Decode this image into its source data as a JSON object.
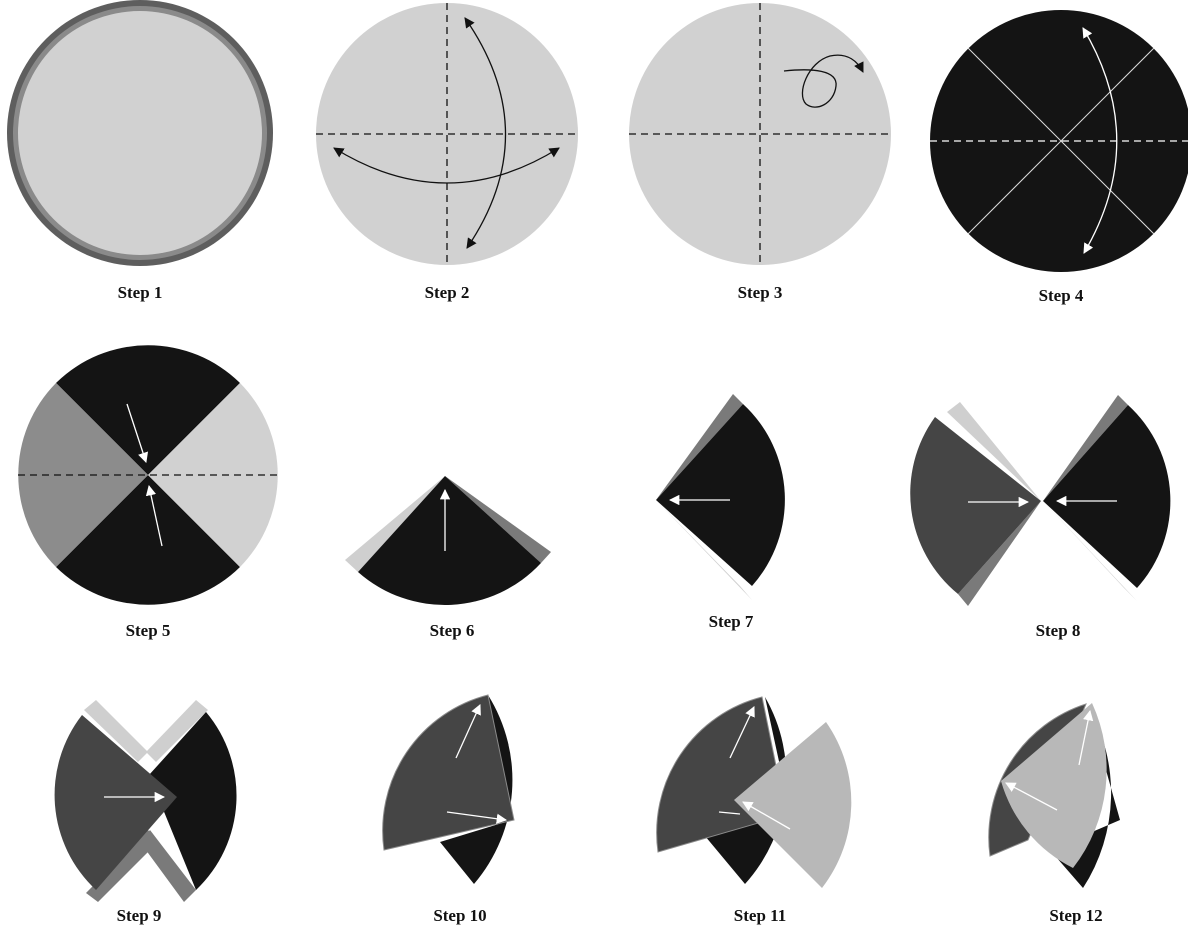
{
  "steps": [
    {
      "label": "Step 1"
    },
    {
      "label": "Step 2"
    },
    {
      "label": "Step 3"
    },
    {
      "label": "Step 4"
    },
    {
      "label": "Step 5"
    },
    {
      "label": "Step 6"
    },
    {
      "label": "Step 7"
    },
    {
      "label": "Step 8"
    },
    {
      "label": "Step 9"
    },
    {
      "label": "Step 10"
    },
    {
      "label": "Step 11"
    },
    {
      "label": "Step 12"
    }
  ],
  "colors": {
    "paper_light": "#d1d1d1",
    "paper_dark": "#141414",
    "paper_mid": "#8c8c8c",
    "paper_charcoal": "#454545",
    "paper_silver": "#b8b8b8",
    "rim": "#5e5e5e",
    "line": "#111111",
    "arrow_light": "#ffffff"
  }
}
